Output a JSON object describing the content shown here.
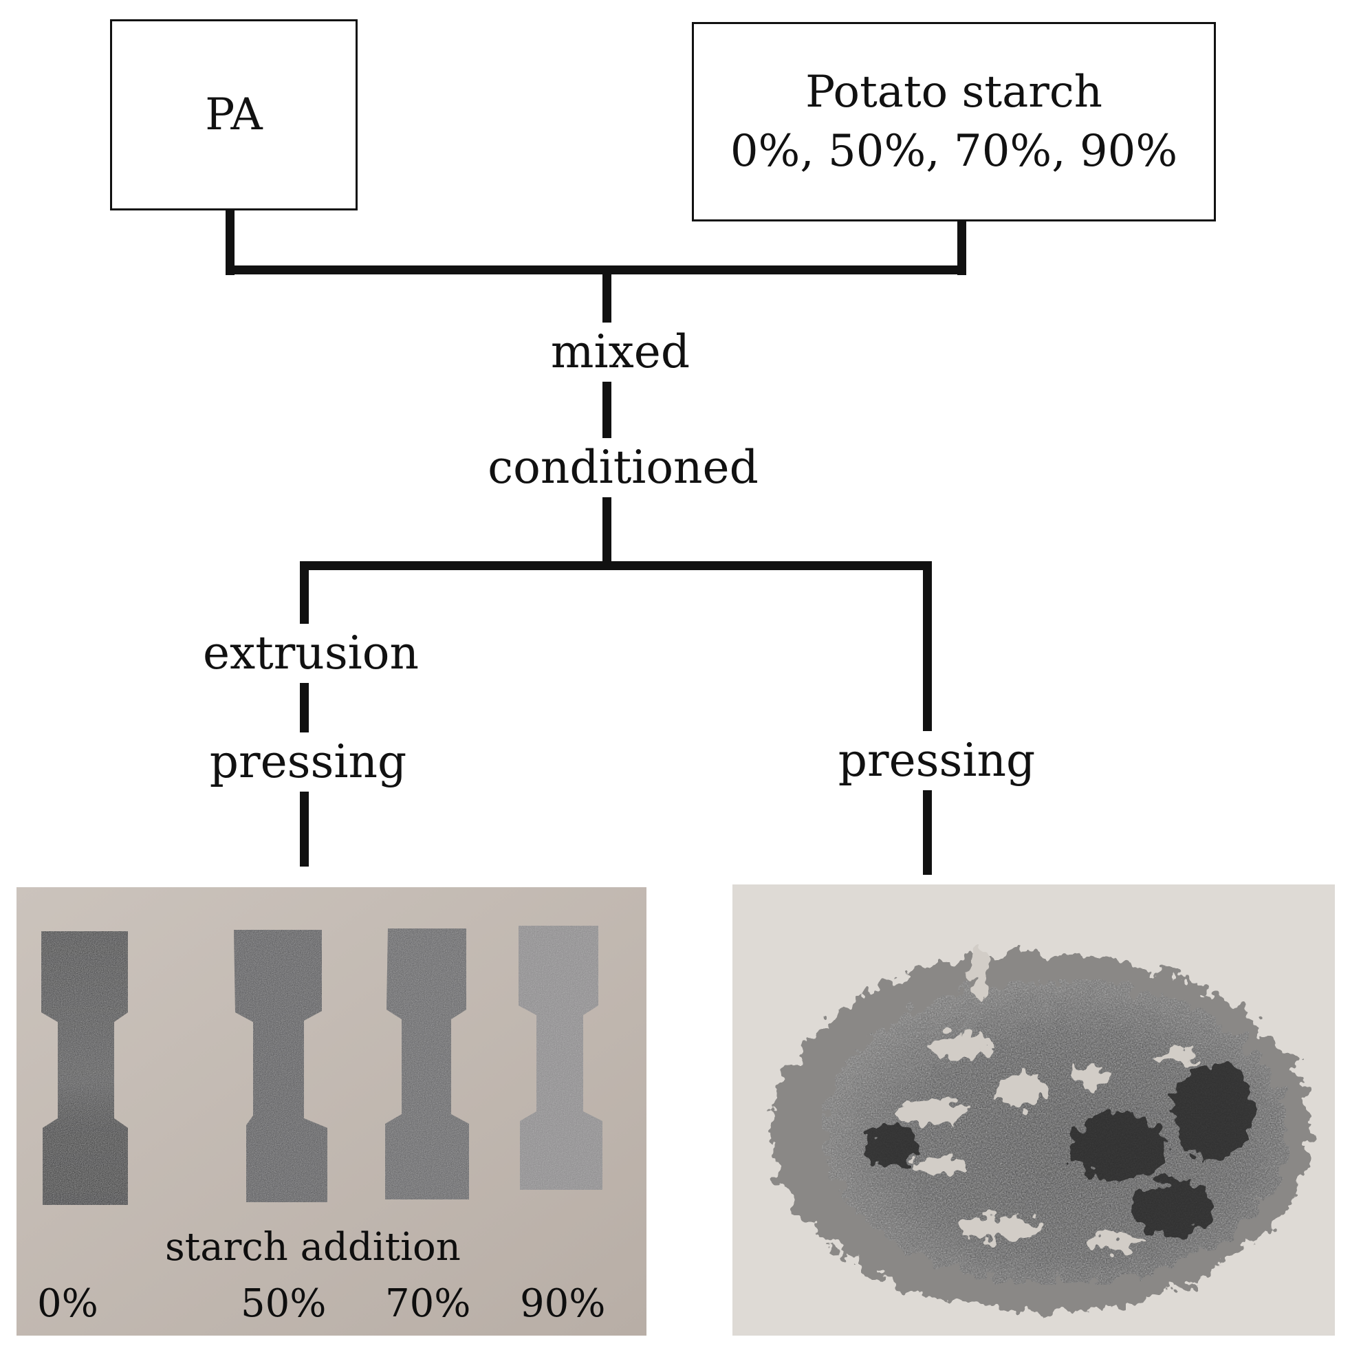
{
  "inputs": {
    "pa_label": "PA",
    "starch_title": "Potato starch",
    "starch_levels": "0%, 50%, 70%, 90%"
  },
  "steps": {
    "mixed": "mixed",
    "conditioned": "conditioned"
  },
  "branch_left": {
    "step1": "extrusion",
    "step2": "pressing"
  },
  "branch_right": {
    "step1": "pressing"
  },
  "photo_left": {
    "caption": "starch addition",
    "sample_labels": [
      "0%",
      "50%",
      "70%",
      "90%"
    ]
  }
}
